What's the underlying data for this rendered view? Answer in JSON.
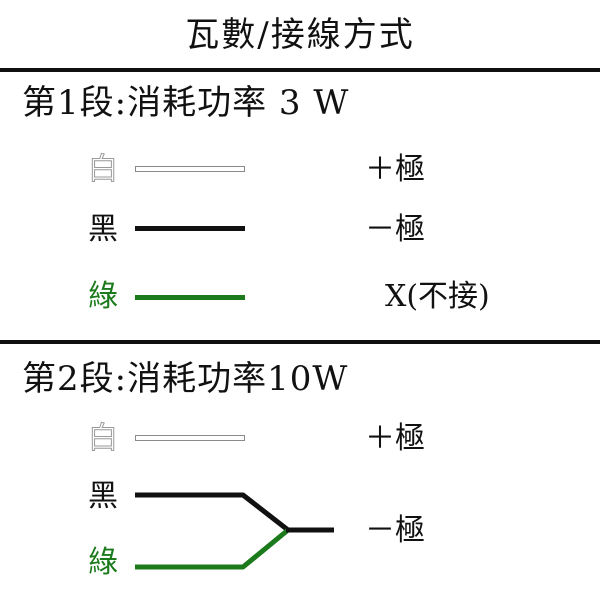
{
  "title": "瓦數/接線方式",
  "colors": {
    "white_wire": "#ffffff",
    "black_wire": "#111111",
    "green_wire": "#1b7a1b",
    "divider": "#111111"
  },
  "stage1": {
    "heading": "第1段:消耗功率 3 W",
    "wires": [
      {
        "label": "白",
        "color": "white",
        "terminal": "＋極"
      },
      {
        "label": "黑",
        "color": "black",
        "terminal": "－極"
      },
      {
        "label": "綠",
        "color": "green",
        "terminal": "X(不接)"
      }
    ]
  },
  "stage2": {
    "heading": "第2段:消耗功率10W",
    "wires": [
      {
        "label": "白",
        "color": "white",
        "terminal": "＋極"
      },
      {
        "label": "黑",
        "color": "black"
      },
      {
        "label": "綠",
        "color": "green"
      }
    ],
    "merged_terminal": "－極"
  }
}
